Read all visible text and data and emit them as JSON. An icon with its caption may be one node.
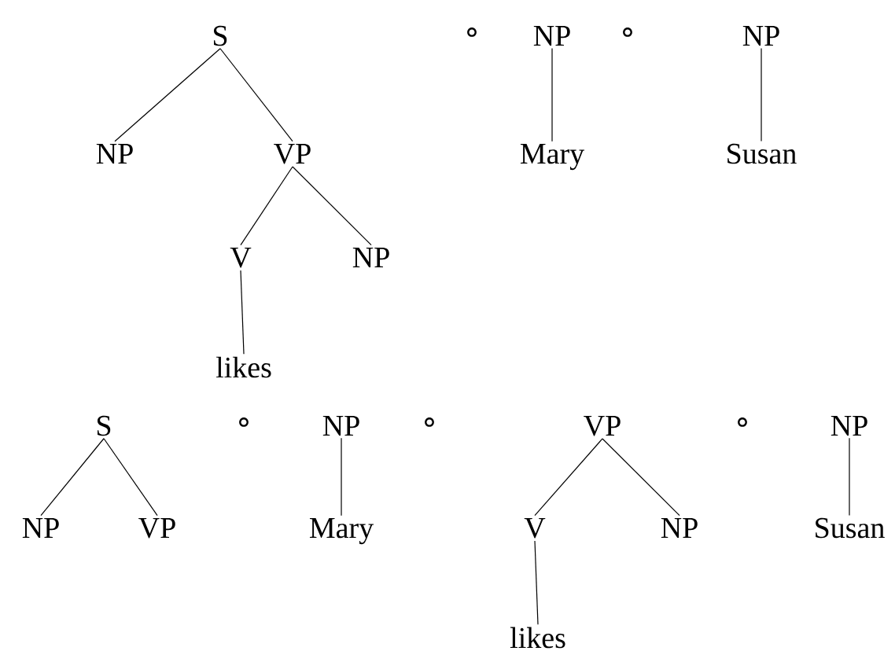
{
  "diagram": {
    "nodes": [
      {
        "text": [
          "S"
        ]
      },
      {
        "text": [
          "NP"
        ]
      },
      {
        "text": [
          "VP"
        ]
      },
      {
        "text": [
          "V"
        ]
      },
      {
        "text": [
          "NP"
        ]
      },
      {
        "text": [
          "likes"
        ]
      },
      {
        "text": [
          "NP"
        ]
      },
      {
        "text": [
          "Mary"
        ]
      },
      {
        "text": [
          "NP"
        ]
      },
      {
        "text": [
          "Susan"
        ]
      },
      {
        "text": [
          "S"
        ]
      },
      {
        "text": [
          "NP"
        ]
      },
      {
        "text": [
          "VP"
        ]
      },
      {
        "text": [
          "NP"
        ]
      },
      {
        "text": [
          "Mary"
        ]
      },
      {
        "text": [
          "VP"
        ]
      },
      {
        "text": [
          "V"
        ]
      },
      {
        "text": [
          "NP"
        ]
      },
      {
        "text": [
          "likes"
        ]
      },
      {
        "text": [
          "NP"
        ]
      },
      {
        "text": [
          "Susan"
        ]
      }
    ],
    "edges": [
      {
        "from": 0,
        "to": 1,
        "arrow": "none"
      },
      {
        "from": 0,
        "to": 2,
        "arrow": "none"
      },
      {
        "from": 2,
        "to": 3,
        "arrow": "none"
      },
      {
        "from": 2,
        "to": 4,
        "arrow": "none"
      },
      {
        "from": 3,
        "to": 5,
        "arrow": "none"
      },
      {
        "from": 6,
        "to": 7,
        "arrow": "none"
      },
      {
        "from": 8,
        "to": 9,
        "arrow": "none"
      },
      {
        "from": 10,
        "to": 11,
        "arrow": "none"
      },
      {
        "from": 10,
        "to": 12,
        "arrow": "none"
      },
      {
        "from": 13,
        "to": 14,
        "arrow": "none"
      },
      {
        "from": 15,
        "to": 16,
        "arrow": "none"
      },
      {
        "from": 15,
        "to": 17,
        "arrow": "none"
      },
      {
        "from": 16,
        "to": 18,
        "arrow": "none"
      },
      {
        "from": 19,
        "to": 20,
        "arrow": "none"
      }
    ],
    "labels": [
      "∘",
      "∘",
      "∘",
      "∘",
      "∘"
    ]
  }
}
